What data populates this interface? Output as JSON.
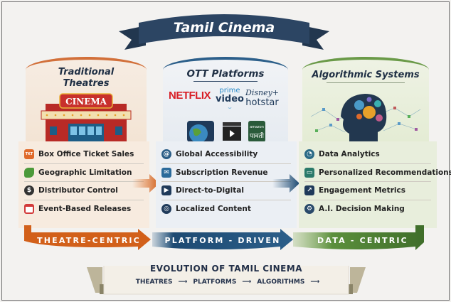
{
  "title": "Tamil Cinema",
  "columns": [
    {
      "title_line1": "Traditional",
      "title_line2": "Theatres",
      "sign": "CINEMA",
      "accent": "#d2601a",
      "items": [
        {
          "icon": "ticket-icon",
          "label": "Box Office Ticket Sales",
          "color": "#e06a2a",
          "glyph": "TKT"
        },
        {
          "icon": "map-icon",
          "label": "Geographic Limitation",
          "color": "#4c9a3a",
          "glyph": ""
        },
        {
          "icon": "dollar-icon",
          "label": "Distributor Control",
          "color": "#333",
          "glyph": "$"
        },
        {
          "icon": "calendar-icon",
          "label": "Event-Based Releases",
          "color": "#d23a3a",
          "glyph": ""
        }
      ],
      "flow": "THEATRE-CENTRIC"
    },
    {
      "title": "OTT Platforms",
      "accent": "#24527a",
      "logos": {
        "netflix": "NETFLIX",
        "prime_1": "prime",
        "prime_2": "video",
        "disney": "Disney+",
        "hotstar": "hotstar",
        "amazon": "amazon",
        "pavati": "पावती"
      },
      "items": [
        {
          "icon": "at-icon",
          "label": "Global Accessibility",
          "color": "#2a5d86",
          "glyph": "@"
        },
        {
          "icon": "mail-icon",
          "label": "Subscription Revenue",
          "color": "#2a6a9a",
          "glyph": "✉"
        },
        {
          "icon": "film-icon",
          "label": "Direct-to-Digital",
          "color": "#1f3a5a",
          "glyph": "▶"
        },
        {
          "icon": "globe-icon",
          "label": "Localized Content",
          "color": "#1f3a5a",
          "glyph": "◎"
        }
      ],
      "flow": "PLATFORM - DRIVEN"
    },
    {
      "title": "Algorithmic Systems",
      "accent": "#5b8f3c",
      "items": [
        {
          "icon": "analytics-icon",
          "label": "Data Analytics",
          "color": "#2a6a86",
          "glyph": "◔"
        },
        {
          "icon": "monitor-icon",
          "label": "Personalized Recommendations",
          "color": "#2a7a6a",
          "glyph": "▭"
        },
        {
          "icon": "chart-icon",
          "label": "Engagement Metrics",
          "color": "#1f3a5a",
          "glyph": "↗"
        },
        {
          "icon": "ai-icon",
          "label": "A.I. Decision Making",
          "color": "#2a4a6a",
          "glyph": "⚙"
        }
      ],
      "flow": "DATA - CENTRIC"
    }
  ],
  "footer": {
    "title": "EVOLUTION OF TAMIL CINEMA",
    "steps": [
      "THEATRES",
      "PLATFORMS",
      "ALGORITHMS"
    ]
  }
}
